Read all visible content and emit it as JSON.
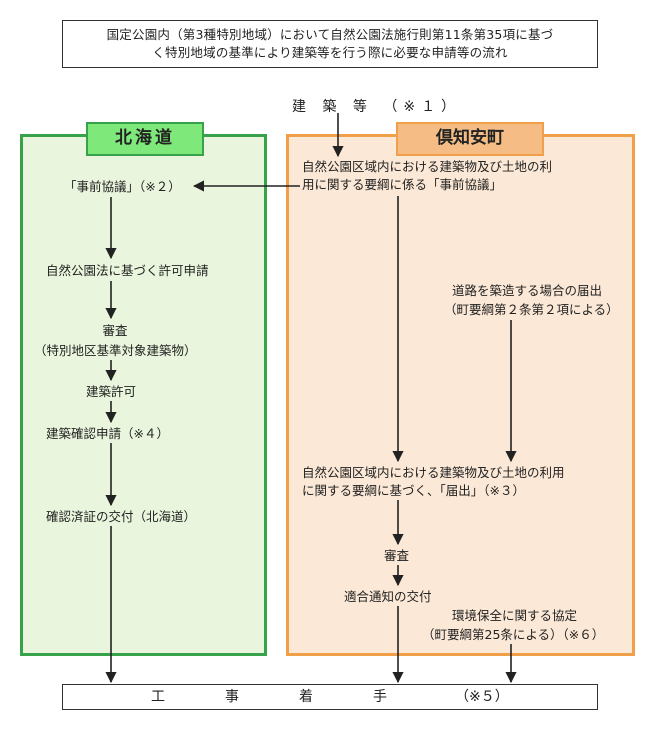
{
  "header": {
    "line1": "国定公園内（第3種特別地域）において自然公園法施行則第11条第35項に基づ",
    "line2": "く特別地域の基準により建築等を行う際に必要な申請等の流れ"
  },
  "start": {
    "label": "建 築 等 （※１）"
  },
  "hokkaido": {
    "title": "北海道",
    "steps": {
      "prior": "「事前協議」（※２）",
      "permit_application": "自然公園法に基づく許可申請",
      "review": "審査",
      "review_note": "（特別地区基準対象建築物）",
      "permit": "建築許可",
      "confirmation_application": "建築確認申請（※４）",
      "certificate": "確認済証の交付（北海道）"
    }
  },
  "kutchan": {
    "title": "倶知安町",
    "steps": {
      "prior_line1": "自然公園区域内における建築物及び土地の利",
      "prior_line2": "用に関する要綱に係る「事前協議」",
      "road_line1": "道路を築造する場合の届出",
      "road_line2": "（町要綱第２条第２項による）",
      "notification_line1": "自然公園区域内における建築物及び土地の利用",
      "notification_line2": "に関する要綱に基づく、「届出」（※３）",
      "review": "審査",
      "conformity": "適合通知の交付",
      "agreement_line1": "環境保全に関する協定",
      "agreement_line2": "（町要綱第25条による）（※６）"
    }
  },
  "bottom": {
    "chars": [
      "工",
      "事",
      "着",
      "手"
    ],
    "note": "（※５）"
  },
  "colors": {
    "hokkaido_border": "#37a24a",
    "hokkaido_bg": "#e9f5dc",
    "hokkaido_title_bg": "#7fe87a",
    "kutchan_border": "#f0a048",
    "kutchan_bg": "#fbe8d6",
    "kutchan_title_bg": "#f5bd85",
    "arrow": "#222222"
  }
}
